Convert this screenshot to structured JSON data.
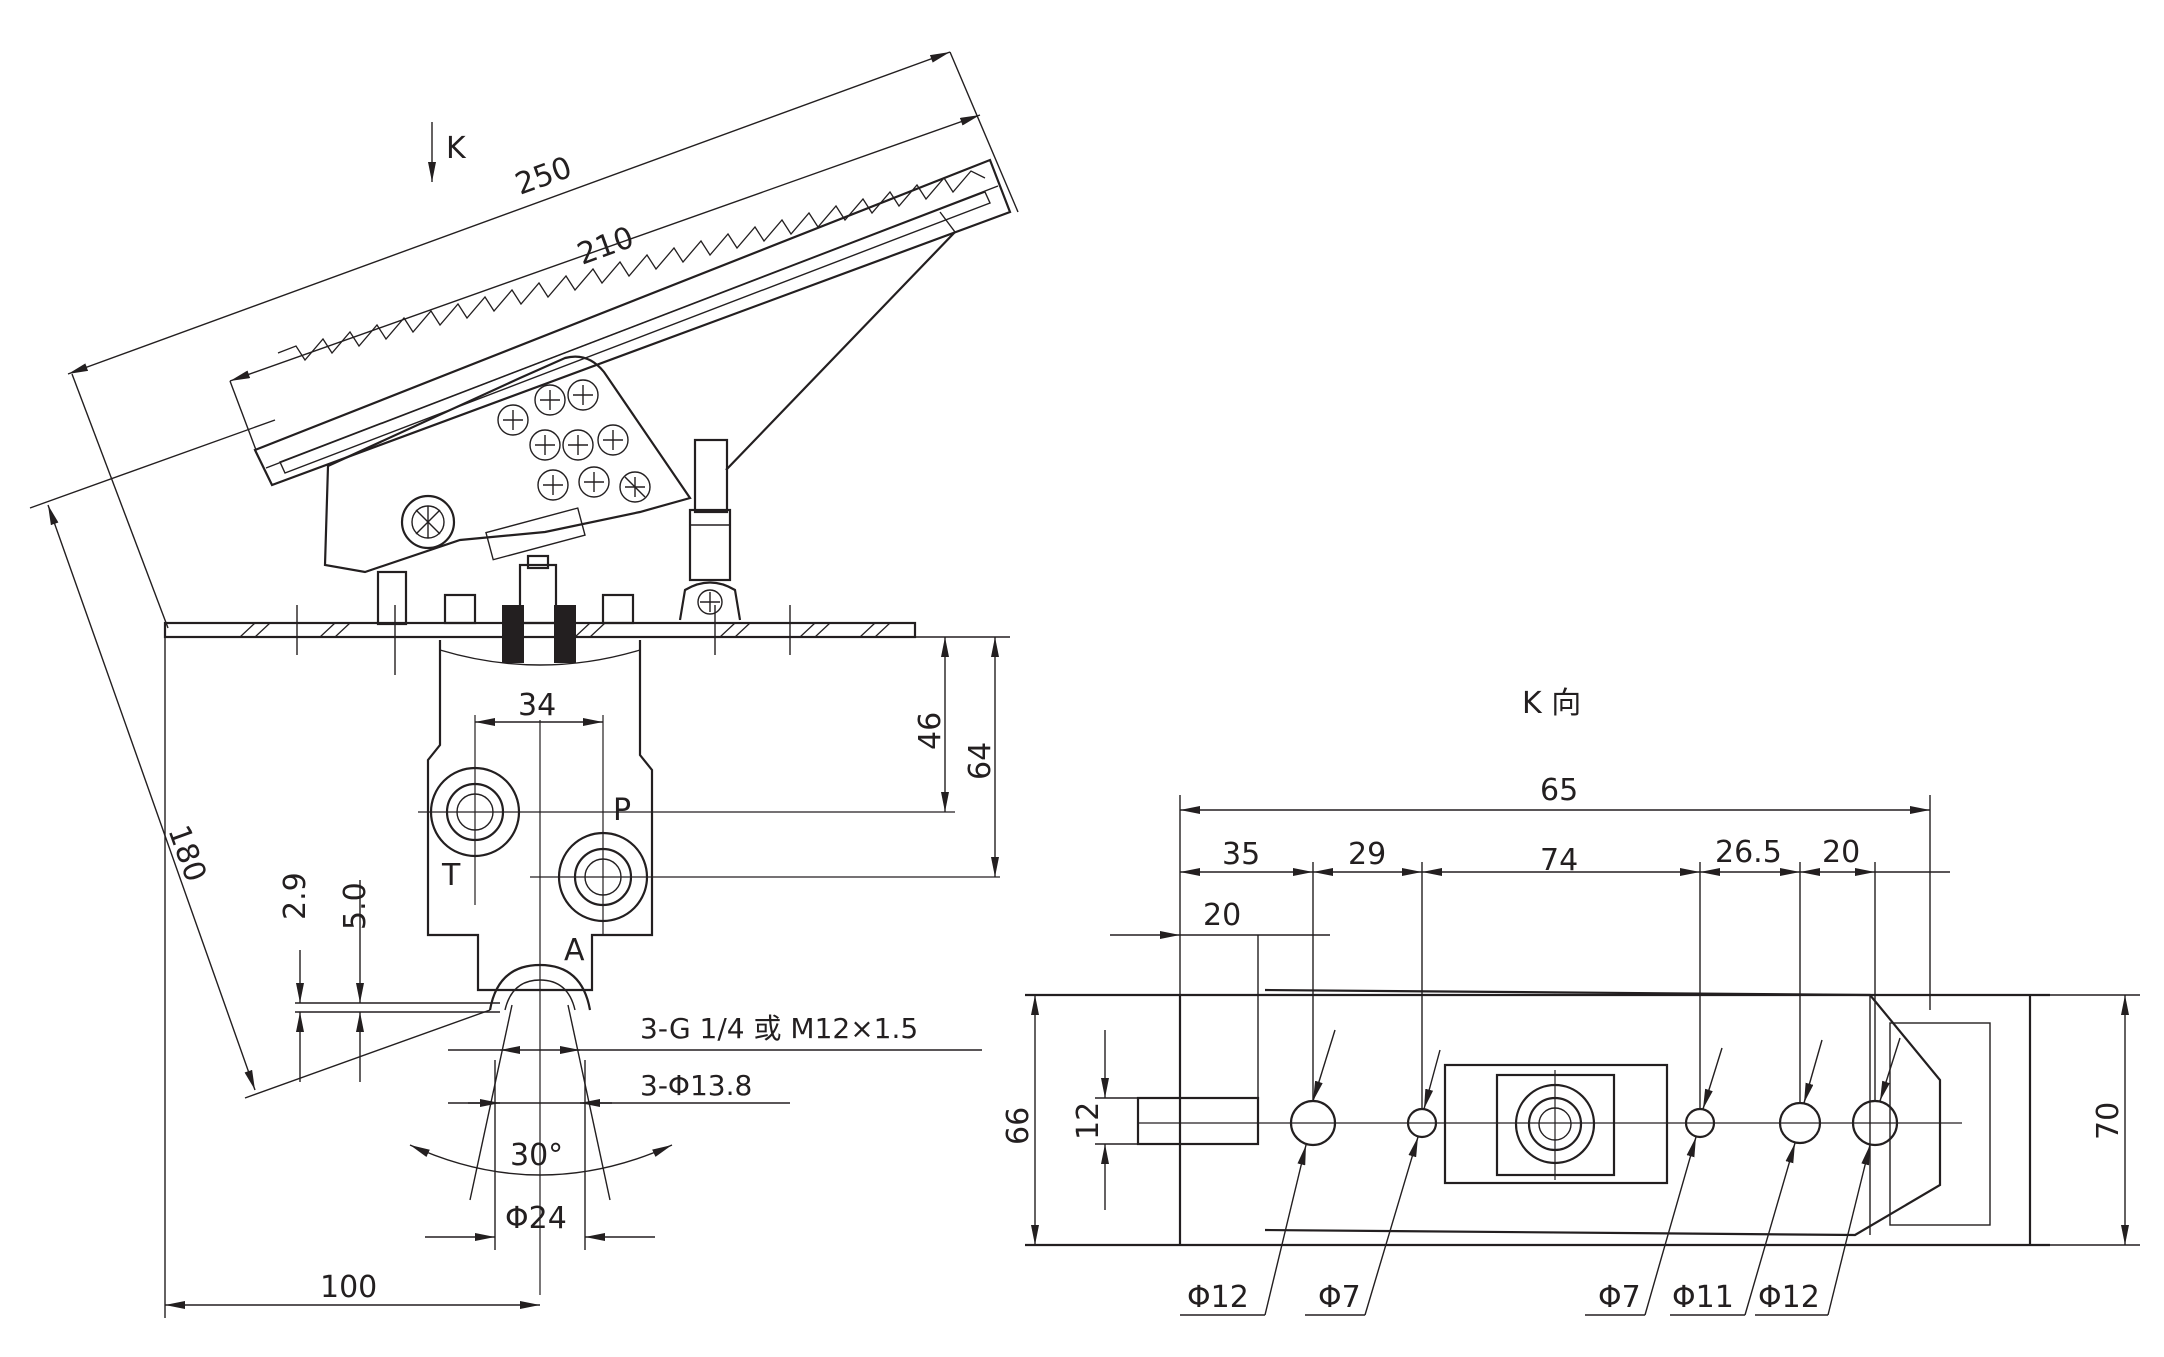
{
  "view_arrow_label": "K",
  "main_view": {
    "dims": {
      "d250": "250",
      "d210": "210",
      "d180": "180",
      "d34": "34",
      "d46": "46",
      "d64": "64",
      "d2_9": "2.9",
      "d5_0": "5.0",
      "d100": "100",
      "d24": "Φ24",
      "d30deg": "30°"
    },
    "port_labels": {
      "p": "P",
      "t": "T",
      "a": "A"
    },
    "callouts": {
      "thread": "3-G 1/4 或 M12×1.5",
      "bore": "3-Φ13.8"
    }
  },
  "k_view": {
    "title": "K 向",
    "dims": {
      "d65": "65",
      "d35": "35",
      "d29": "29",
      "d74": "74",
      "d26_5": "26.5",
      "d20a": "20",
      "d20b": "20",
      "d66": "66",
      "d12": "12",
      "d70": "70"
    },
    "holes": [
      "Φ12",
      "Φ7",
      "Φ7",
      "Φ11",
      "Φ12"
    ]
  }
}
